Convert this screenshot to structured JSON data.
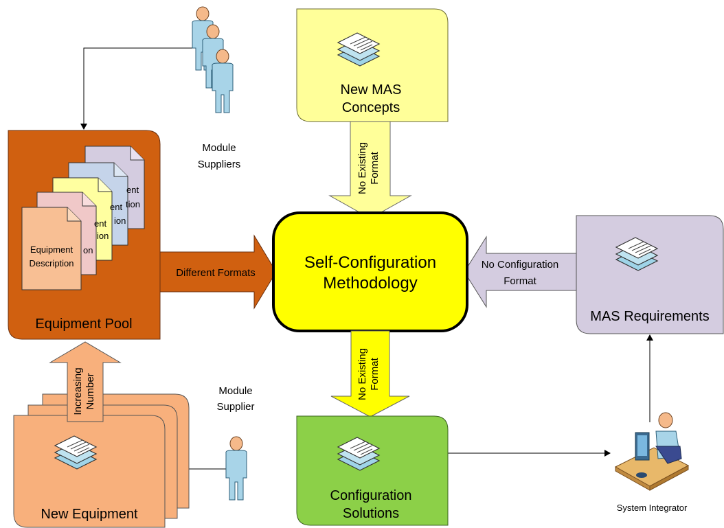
{
  "center": {
    "line1": "Self-Configuration",
    "line2": "Methodology"
  },
  "new_mas_concepts": {
    "line1": "New MAS",
    "line2": "Concepts"
  },
  "equipment_pool": {
    "label": "Equipment Pool"
  },
  "equipment_doc_front": {
    "line1": "Equipment",
    "line2": "Description"
  },
  "back_doc_fragments": [
    "ent",
    "tion",
    "ent",
    "ion",
    "ent",
    "ion",
    "on"
  ],
  "mas_requirements": {
    "label": "MAS Requirements"
  },
  "configuration_solutions": {
    "line1": "Configuration",
    "line2": "Solutions"
  },
  "new_equipment": {
    "label": "New Equipment"
  },
  "arrows": {
    "top": {
      "line1": "No Existing",
      "line2": "Format"
    },
    "bottom": {
      "line1": "No Existing",
      "line2": "Format"
    },
    "left": {
      "label": "Different Formats"
    },
    "right": {
      "line1": "No Configuration",
      "line2": "Format"
    },
    "up": {
      "line1": "Increasing",
      "line2": "Number"
    }
  },
  "actors": {
    "module_suppliers": {
      "line1": "Module",
      "line2": "Suppliers"
    },
    "module_supplier": {
      "line1": "Module",
      "line2": "Supplier"
    },
    "system_integrator": {
      "label": "System Integrator"
    }
  },
  "colors": {
    "equipment_pool": "#d06010",
    "new_mas_concepts": "#ffff99",
    "center": "#ffff00",
    "mas_requirements": "#d4cce0",
    "configuration_solutions": "#8cd048",
    "new_equipment": "#f8b07c",
    "person": "#a8d4e8",
    "head": "#f5b98a"
  }
}
